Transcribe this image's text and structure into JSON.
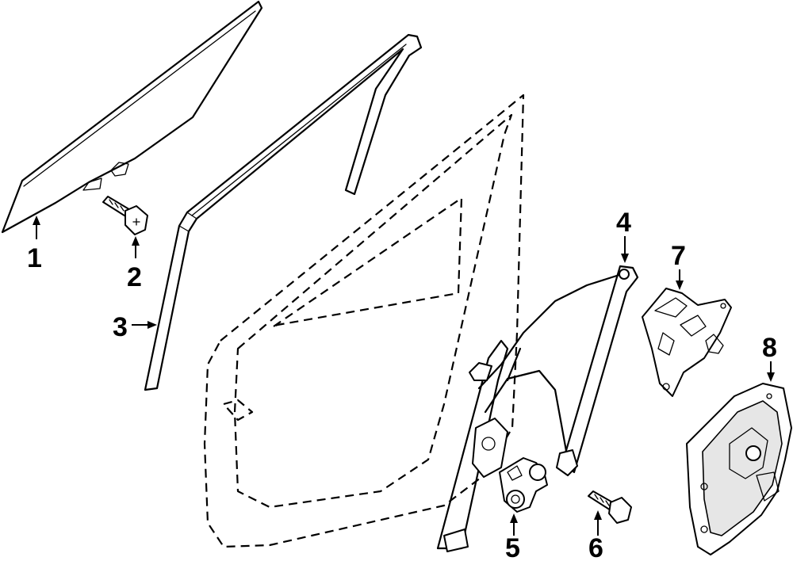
{
  "callouts": [
    {
      "id": "1",
      "label": "1"
    },
    {
      "id": "2",
      "label": "2"
    },
    {
      "id": "3",
      "label": "3"
    },
    {
      "id": "4",
      "label": "4"
    },
    {
      "id": "5",
      "label": "5"
    },
    {
      "id": "6",
      "label": "6"
    },
    {
      "id": "7",
      "label": "7"
    },
    {
      "id": "8",
      "label": "8"
    }
  ],
  "parts": [
    {
      "callout": "1",
      "icon": "door-glass-icon"
    },
    {
      "callout": "2",
      "icon": "bolt-icon"
    },
    {
      "callout": "3",
      "icon": "glass-run-channel-icon"
    },
    {
      "callout": "4",
      "icon": "window-regulator-icon"
    },
    {
      "callout": "5",
      "icon": "regulator-motor-icon"
    },
    {
      "callout": "6",
      "icon": "screw-icon"
    },
    {
      "callout": "7",
      "icon": "lock-actuator-bracket-icon"
    },
    {
      "callout": "8",
      "icon": "door-lock-actuator-icon"
    }
  ]
}
